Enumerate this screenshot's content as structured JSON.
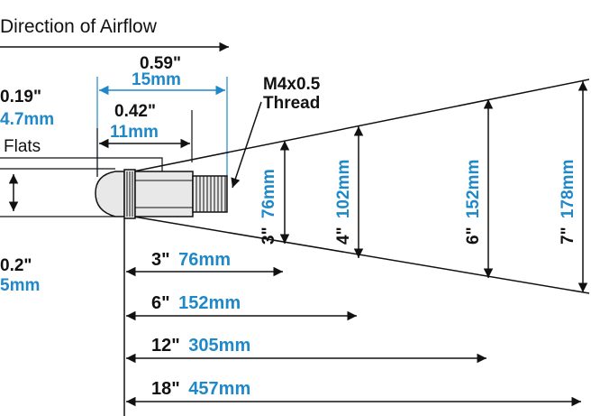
{
  "colors": {
    "ink": "#111111",
    "accent": "#1f88c8",
    "nozzle_fill": "#e8e8e8"
  },
  "airflow": {
    "label": "Direction of Airflow"
  },
  "overall_length": {
    "in": "0.59\"",
    "mm": "15mm"
  },
  "hex_diameter": {
    "in": "0.19\"",
    "mm": "4.7mm"
  },
  "body_length": {
    "in": "0.42\"",
    "mm": "11mm"
  },
  "flats": {
    "label": "Flats"
  },
  "tip_diameter": {
    "in": "0.2\"",
    "mm": "5mm"
  },
  "thread": {
    "line1": "M4x0.5",
    "line2": "Thread"
  },
  "spray_widths": [
    {
      "in": "3\"",
      "mm": "76mm"
    },
    {
      "in": "4\"",
      "mm": "102mm"
    },
    {
      "in": "6\"",
      "mm": "152mm"
    },
    {
      "in": "7\"",
      "mm": "178mm"
    }
  ],
  "distances": [
    {
      "in": "3\"",
      "mm": "76mm"
    },
    {
      "in": "6\"",
      "mm": "152mm"
    },
    {
      "in": "12\"",
      "mm": "305mm"
    },
    {
      "in": "18\"",
      "mm": "457mm"
    }
  ]
}
